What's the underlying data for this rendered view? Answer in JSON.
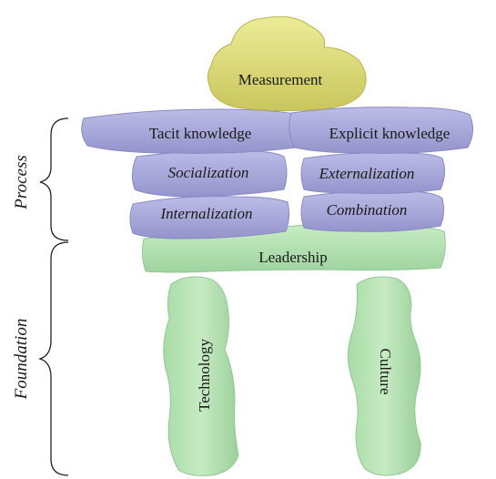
{
  "diagram": {
    "top_stone": "Measurement",
    "process": {
      "side_label": "Process",
      "tacit": "Tacit knowledge",
      "explicit": "Explicit knowledge",
      "socialization": "Socialization",
      "externalization": "Externalization",
      "internalization": "Internalization",
      "combination": "Combination"
    },
    "foundation": {
      "side_label": "Foundation",
      "beam": "Leadership",
      "left_pillar": "Technology",
      "right_pillar": "Culture"
    },
    "colors": {
      "yellow_stone": "#dcdc78",
      "purple_stone": "#a9a9dc",
      "green_stone": "#b4e0b2"
    }
  }
}
